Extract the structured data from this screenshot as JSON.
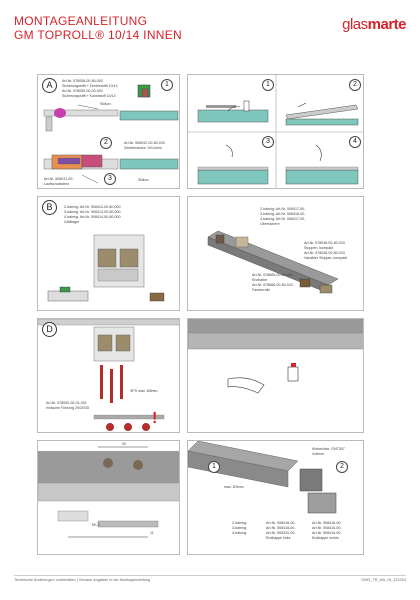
{
  "header": {
    "title_line1": "MONTAGEANLEITUNG",
    "title_line2": "GM TOPROLL® 10/14 INNEN",
    "logo_part1": "glas",
    "logo_part2": "marte",
    "accent_color": "#d6232a"
  },
  "panel_a": {
    "badge": "A",
    "step1": "1",
    "step2": "2",
    "step3": "3",
    "label_art1": "Art.Nr. 578058-00-80-000",
    "label_art1_desc": "Sicherungsstift + Zentrierstift 10/14",
    "label_art2": "Art.Nr. 578059-00-00-000",
    "label_art2_desc": "Sicherungsstift + Kunststoff 10/14",
    "label_silicon1": "Silikon",
    "label_art3": "Art.Nr. 508032-00-80-033",
    "label_art3_desc": "Zentrierstutze 10/14mm",
    "label_art4": "Art.Nr. 508031-00-",
    "label_art4_desc": "Laufschutzstein",
    "label_silicon2": "Silikon"
  },
  "panel_r1": {
    "step1": "1",
    "step2": "2",
    "step3": "3",
    "step4": "4"
  },
  "panel_b": {
    "badge": "B",
    "line1": "2-bahnig: Art.Nr. 508412-00-80-000",
    "line2": "3-bahnig: Art.Nr. 508413-00-80-000",
    "line3": "4-bahnig: Art.Nr. 508414-00-80-000",
    "line4": "Gleitlager"
  },
  "panel_r2": {
    "label1_l1": "2-bahnig: Art.Nr. 508417-00-",
    "label1_l2": "3-bahnig: Art.Nr. 508416-00-",
    "label1_l3": "4-bahnig: Art.Nr. 508417-00-",
    "label1_l4": "Obersichere",
    "label2_l1": "Art.Nr. 578038-00-80-033",
    "label2_l2": "Stoppen, kompakt",
    "label2_l3": "Art.Nr. 578036-00-80-033",
    "label2_l4": "Variabler Stopper, kompakt",
    "label3_l1": "Art.Nr. 578665-00-80-000",
    "label3_l2": "Endhalter",
    "label3_l3": "Art.Nr. 578666-00-80-033",
    "label3_l4": "Fanderrolle"
  },
  "panel_d": {
    "badge": "D",
    "label1": "SFS max. Ø8mm",
    "label2_l1": "Art.Nr. 578530-00-01-001",
    "label2_l2": "einfache Führung 29/20/35"
  },
  "panel_r3": {},
  "panel_e": {
    "dim1": "30",
    "dim2": "11",
    "dim3": "EK 2"
  },
  "panel_r4": {
    "step1": "1",
    "step2": "2",
    "label1_l1": "Kleberöste: GNT307",
    "label1_l2": "4x8mm",
    "label2": "max. Ø3mm",
    "col1_l1": "2-bahnig:",
    "col1_l2": "3-bahnig:",
    "col1_l3": "4-bahnig:",
    "col2_l1": "Art.Nr. 508416-00-",
    "col2_l2": "Art.Nr. 508418-00-",
    "col2_l3": "Art.Nr. 508420-00-",
    "col2_l4": "Endkappe links",
    "col3_l1": "Art.Nr. 508416-00-",
    "col3_l2": "Art.Nr. 508415-00-",
    "col3_l3": "Art.Nr. 508416-00-",
    "col3_l4": "Endkappe rechts"
  },
  "footer": {
    "left": "Technische Änderungen vorbehalten | Genaue Angaben in der Montageanleitung",
    "right": "GMG_TR_MA_IN_221024"
  }
}
